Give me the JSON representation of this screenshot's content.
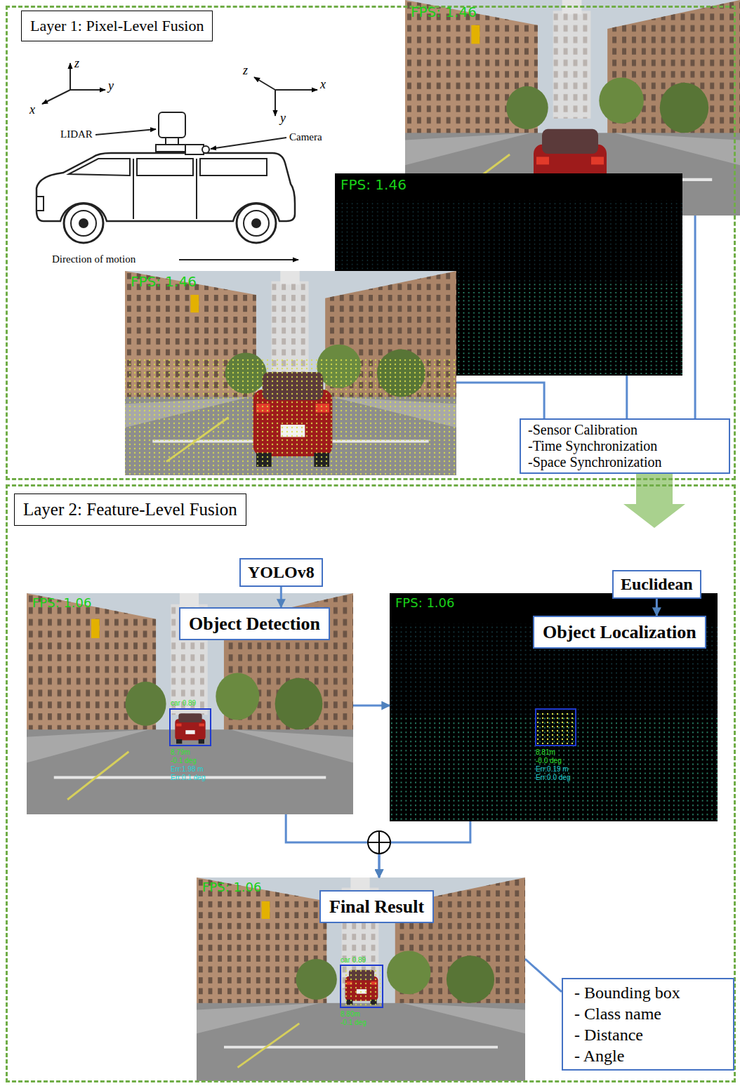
{
  "diagram": {
    "nodes": [
      {
        "text": [
          "Layer 1: Pixel-Level Fusion"
        ]
      },
      {
        "text": [
          "FPS: 1.46"
        ],
        "in": 0
      },
      {
        "text": [
          "FPS: 1.46"
        ],
        "in": 0
      },
      {
        "text": [
          "FPS: 1.46"
        ],
        "in": 0
      },
      {
        "text": [
          "-Sensor Calibration",
          "-Time Synchronization",
          "-Space Synchronization"
        ],
        "in": 0
      },
      {
        "text": [
          "Layer 2: Feature-Level Fusion"
        ]
      },
      {
        "text": [
          "YOLOv8"
        ],
        "in": 5
      },
      {
        "text": [
          "Euclidean"
        ],
        "in": 5
      },
      {
        "text": [
          "FPS: 1.06",
          "car 0.89",
          "8.79m",
          "-0.1 deg",
          "Err:1.98 m",
          "Err:0.1 deg"
        ],
        "in": 5
      },
      {
        "text": [
          "Object Detection"
        ],
        "in": 8
      },
      {
        "text": [
          "FPS: 1.06",
          "8.81m",
          "-0.0 deg",
          "Err:0.19 m",
          "Err:0.0 deg"
        ],
        "in": 5
      },
      {
        "text": [
          "Object Localization"
        ],
        "in": 10
      },
      {
        "text": [
          "FPS: 1.06",
          "car 0.89",
          "8.80m",
          "-0.1 deg"
        ],
        "in": 5
      },
      {
        "text": [
          "Final Result"
        ],
        "in": 12
      },
      {
        "text": [
          "- Bounding box",
          "- Class name",
          "- Distance",
          "- Angle"
        ],
        "in": 5
      }
    ],
    "edges": [
      {
        "from": 1,
        "to": 4,
        "arrow": "none"
      },
      {
        "from": 2,
        "to": 4,
        "arrow": "none"
      },
      {
        "from": 3,
        "to": 4,
        "arrow": "none"
      },
      {
        "from": 4,
        "to": 5,
        "arrow": "to"
      },
      {
        "from": 6,
        "to": 9,
        "arrow": "to"
      },
      {
        "from": 7,
        "to": 11,
        "arrow": "to"
      },
      {
        "from": 8,
        "to": 10,
        "arrow": "to"
      },
      {
        "from": 8,
        "to": 12,
        "arrow": "to"
      },
      {
        "from": 10,
        "to": 12,
        "arrow": "to"
      },
      {
        "from": 12,
        "to": 14,
        "arrow": "none"
      }
    ],
    "labels": [
      "z",
      "x",
      "y",
      "z",
      "x",
      "y",
      "LIDAR",
      "Camera",
      "Direction of motion"
    ]
  }
}
